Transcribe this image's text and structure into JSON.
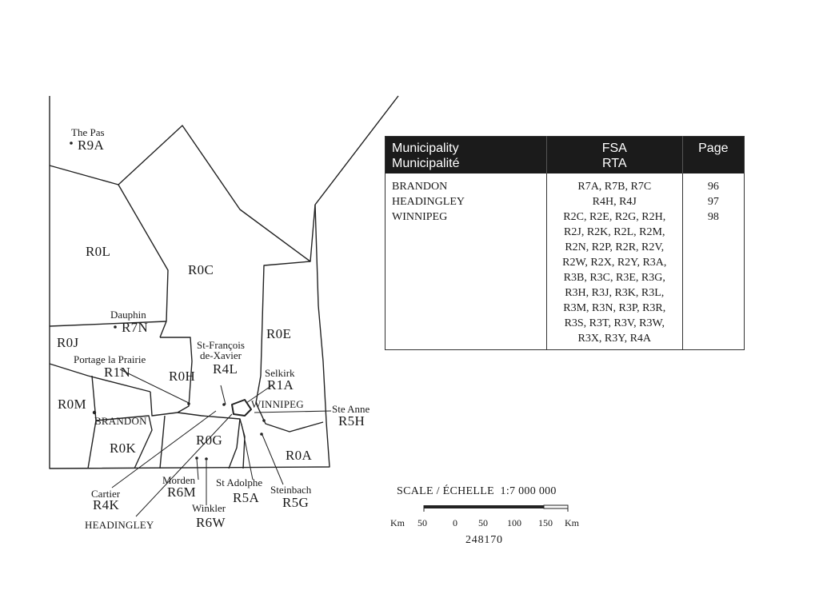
{
  "map": {
    "region_codes": {
      "r9a": "R9A",
      "r0l": "R0L",
      "r0c": "R0C",
      "r7n": "R7N",
      "r0j": "R0J",
      "r1n": "R1N",
      "r0h": "R0H",
      "r4l": "R4L",
      "r0e": "R0E",
      "r1a": "R1A",
      "r0m": "R0M",
      "r0k": "R0K",
      "r0g": "R0G",
      "r5h": "R5H",
      "r0a": "R0A",
      "r6m": "R6M",
      "r5a": "R5A",
      "r5g": "R5G",
      "r4k": "R4K",
      "r6w": "R6W"
    },
    "place_names": {
      "the_pas": "The Pas",
      "dauphin": "Dauphin",
      "portage": "Portage la Prairie",
      "st_francois_1": "St-François",
      "st_francois_2": "de-Xavier",
      "selkirk": "Selkirk",
      "winnipeg": "WINNIPEG",
      "brandon": "BRANDON",
      "ste_anne": "Ste Anne",
      "morden": "Morden",
      "st_adolphe": "St Adolphe",
      "steinbach": "Steinbach",
      "cartier": "Cartier",
      "winkler": "Winkler",
      "headingley": "HEADINGLEY"
    }
  },
  "table": {
    "headers": {
      "municipality_en": "Municipality",
      "municipality_fr": "Municipalité",
      "fsa_en": "FSA",
      "fsa_fr": "RTA",
      "page": "Page"
    },
    "rows": [
      {
        "municipality": "BRANDON",
        "fsa": [
          "R7A, R7B, R7C"
        ],
        "page": "96"
      },
      {
        "municipality": "HEADINGLEY",
        "fsa": [
          "R4H, R4J"
        ],
        "page": "97"
      },
      {
        "municipality": "WINNIPEG",
        "fsa": [
          "R2C, R2E, R2G, R2H,",
          "R2J, R2K, R2L, R2M,",
          "R2N, R2P, R2R, R2V,",
          "R2W, R2X, R2Y, R3A,",
          "R3B, R3C, R3E, R3G,",
          "R3H, R3J, R3K, R3L,",
          "R3M, R3N, R3P, R3R,",
          "R3S, R3T, R3V, R3W,",
          "R3X, R3Y, R4A"
        ],
        "page": "98"
      }
    ]
  },
  "scale": {
    "label": "SCALE / ÉCHELLE",
    "ratio": "1:7 000 000",
    "unit_left": "Km",
    "unit_right": "Km",
    "ticks": [
      "50",
      "0",
      "50",
      "100",
      "150"
    ]
  },
  "document_number": "248170"
}
